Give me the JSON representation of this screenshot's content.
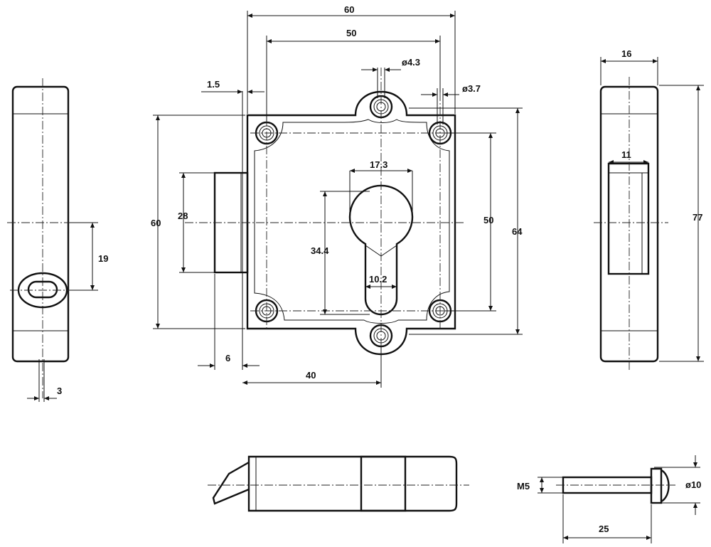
{
  "dimensions": {
    "overall_width": "60",
    "hole_spacing_width": "50",
    "hole_dia_top": "ø4.3",
    "hole_dia_side": "ø3.7",
    "edge_offset": "1.5",
    "cylinder_width": "17.3",
    "overall_height_left": "60",
    "bolt_height": "28",
    "cylinder_height": "34.4",
    "slot_width": "10.2",
    "hole_spacing_height": "50",
    "overall_height": "64",
    "bolt_projection": "6",
    "backset": "40",
    "side_height": "19",
    "side_offset": "3",
    "right_width": "16",
    "right_opening": "11",
    "right_height": "77",
    "screw_thread": "M5",
    "screw_head": "ø10",
    "screw_length": "25"
  }
}
